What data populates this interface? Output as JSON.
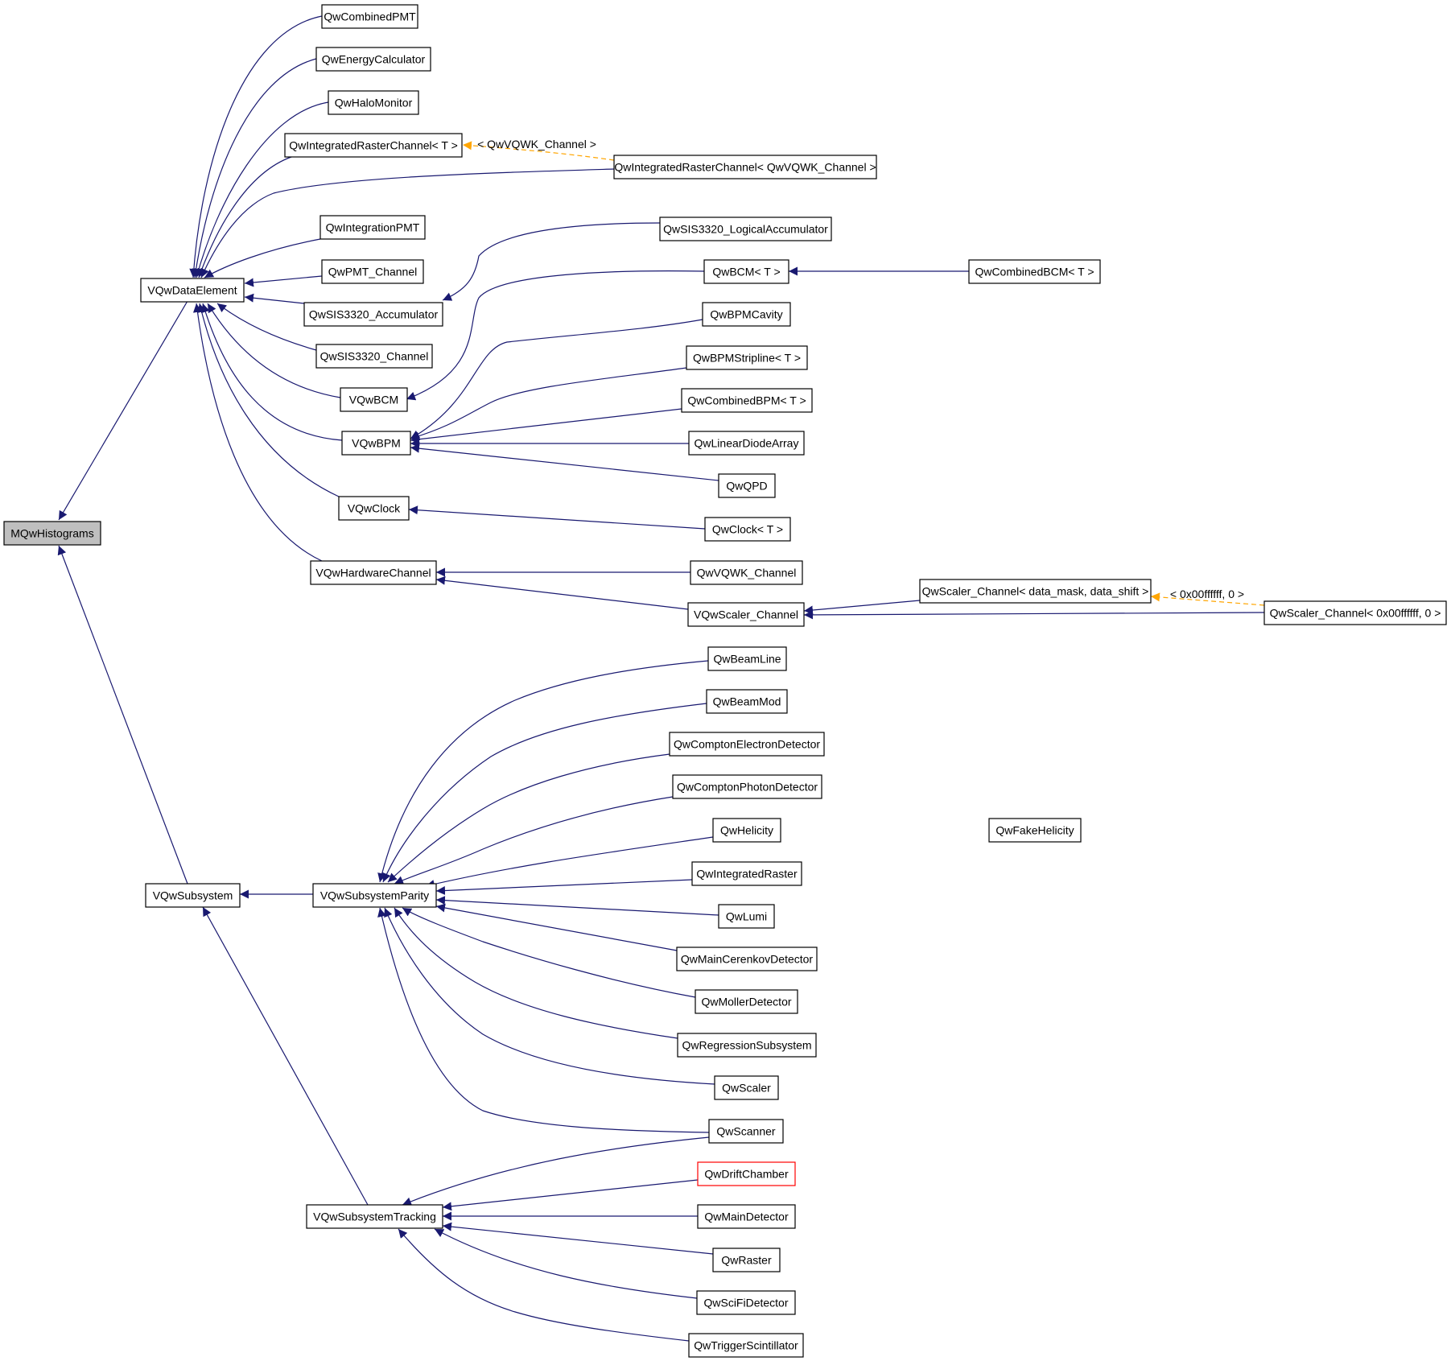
{
  "colors": {
    "edge": "#191970",
    "template_edge": "#ffa500",
    "root_fill": "#bfbfbf",
    "broken_border": "#ff0000"
  },
  "nodes": {
    "mqwhist": "MQwHistograms",
    "vqwdata": "VQwDataElement",
    "vqwsub": "VQwSubsystem",
    "combpmt": "QwCombinedPMT",
    "energy": "QwEnergyCalculator",
    "halo": "QwHaloMonitor",
    "intraster_t": "QwIntegratedRasterChannel< T >",
    "intraster_v": "QwIntegratedRasterChannel< QwVQWK_Channel >",
    "intpmt": "QwIntegrationPMT",
    "pmtch": "QwPMT_Channel",
    "sisacc": "QwSIS3320_Accumulator",
    "sislog": "QwSIS3320_LogicalAccumulator",
    "sisch": "QwSIS3320_Channel",
    "vbcm": "VQwBCM",
    "bcm_t": "QwBCM< T >",
    "combbcm": "QwCombinedBCM< T >",
    "vbpm": "VQwBPM",
    "bpmcav": "QwBPMCavity",
    "bpmstrip": "QwBPMStripline< T >",
    "combbpm": "QwCombinedBPM< T >",
    "lindiode": "QwLinearDiodeArray",
    "qpd": "QwQPD",
    "vclock": "VQwClock",
    "clock_t": "QwClock< T >",
    "vhw": "VQwHardwareChannel",
    "vqwk": "QwVQWK_Channel",
    "vscaler": "VQwScaler_Channel",
    "scaler_dm": "QwScaler_Channel< data_mask, data_shift >",
    "scaler_0x": "QwScaler_Channel< 0x00ffffff, 0 >",
    "vsubpar": "VQwSubsystemParity",
    "beamline": "QwBeamLine",
    "beammod": "QwBeamMod",
    "comped": "QwComptonElectronDetector",
    "comppd": "QwComptonPhotonDetector",
    "helicity": "QwHelicity",
    "fakehel": "QwFakeHelicity",
    "intrast": "QwIntegratedRaster",
    "lumi": "QwLumi",
    "maincer": "QwMainCerenkovDetector",
    "moller": "QwMollerDetector",
    "regress": "QwRegressionSubsystem",
    "scaler": "QwScaler",
    "scanner": "QwScanner",
    "vsubtrk": "VQwSubsystemTracking",
    "drift": "QwDriftChamber",
    "maindet": "QwMainDetector",
    "raster": "QwRaster",
    "scifi": "QwSciFiDetector",
    "trigger": "QwTriggerScintillator"
  },
  "edge_labels": {
    "vqwk_arg": "< QwVQWK_Channel >",
    "scaler_arg": "< 0x00ffffff, 0 >"
  }
}
